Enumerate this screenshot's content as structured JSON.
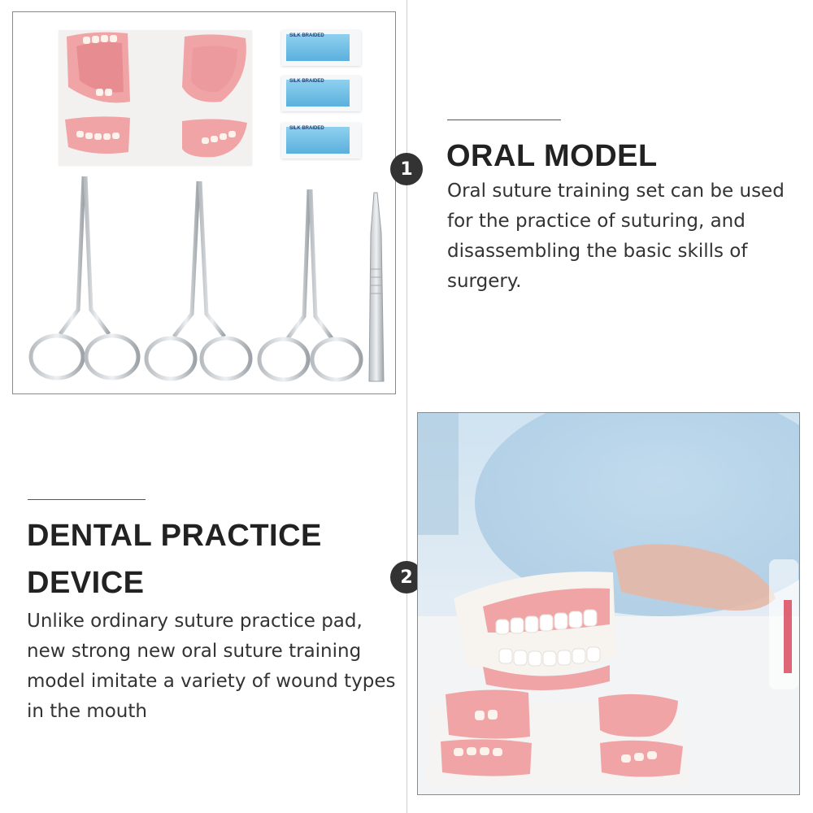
{
  "section1": {
    "badge": "1",
    "title": "ORAL MODEL",
    "description": "Oral suture training set can be used for the practice of suturing, and disassembling the basic skills of surgery."
  },
  "section2": {
    "badge": "2",
    "title_line1": "DENTAL PRACTICE",
    "title_line2": "DEVICE",
    "description": "Unlike ordinary suture practice pad, new strong new oral suture training model imitate a variety of wound types in the mouth"
  },
  "product_photo": {
    "suture_packet_label": "SILK BRAIDED",
    "suture_packet_count": 3,
    "instruments": [
      "needle-holder",
      "needle-holder",
      "needle-holder",
      "tweezers"
    ]
  },
  "colors": {
    "badge": "#333333",
    "gum_pink": "#f1a4a6",
    "divider": "#cfcfcf"
  }
}
